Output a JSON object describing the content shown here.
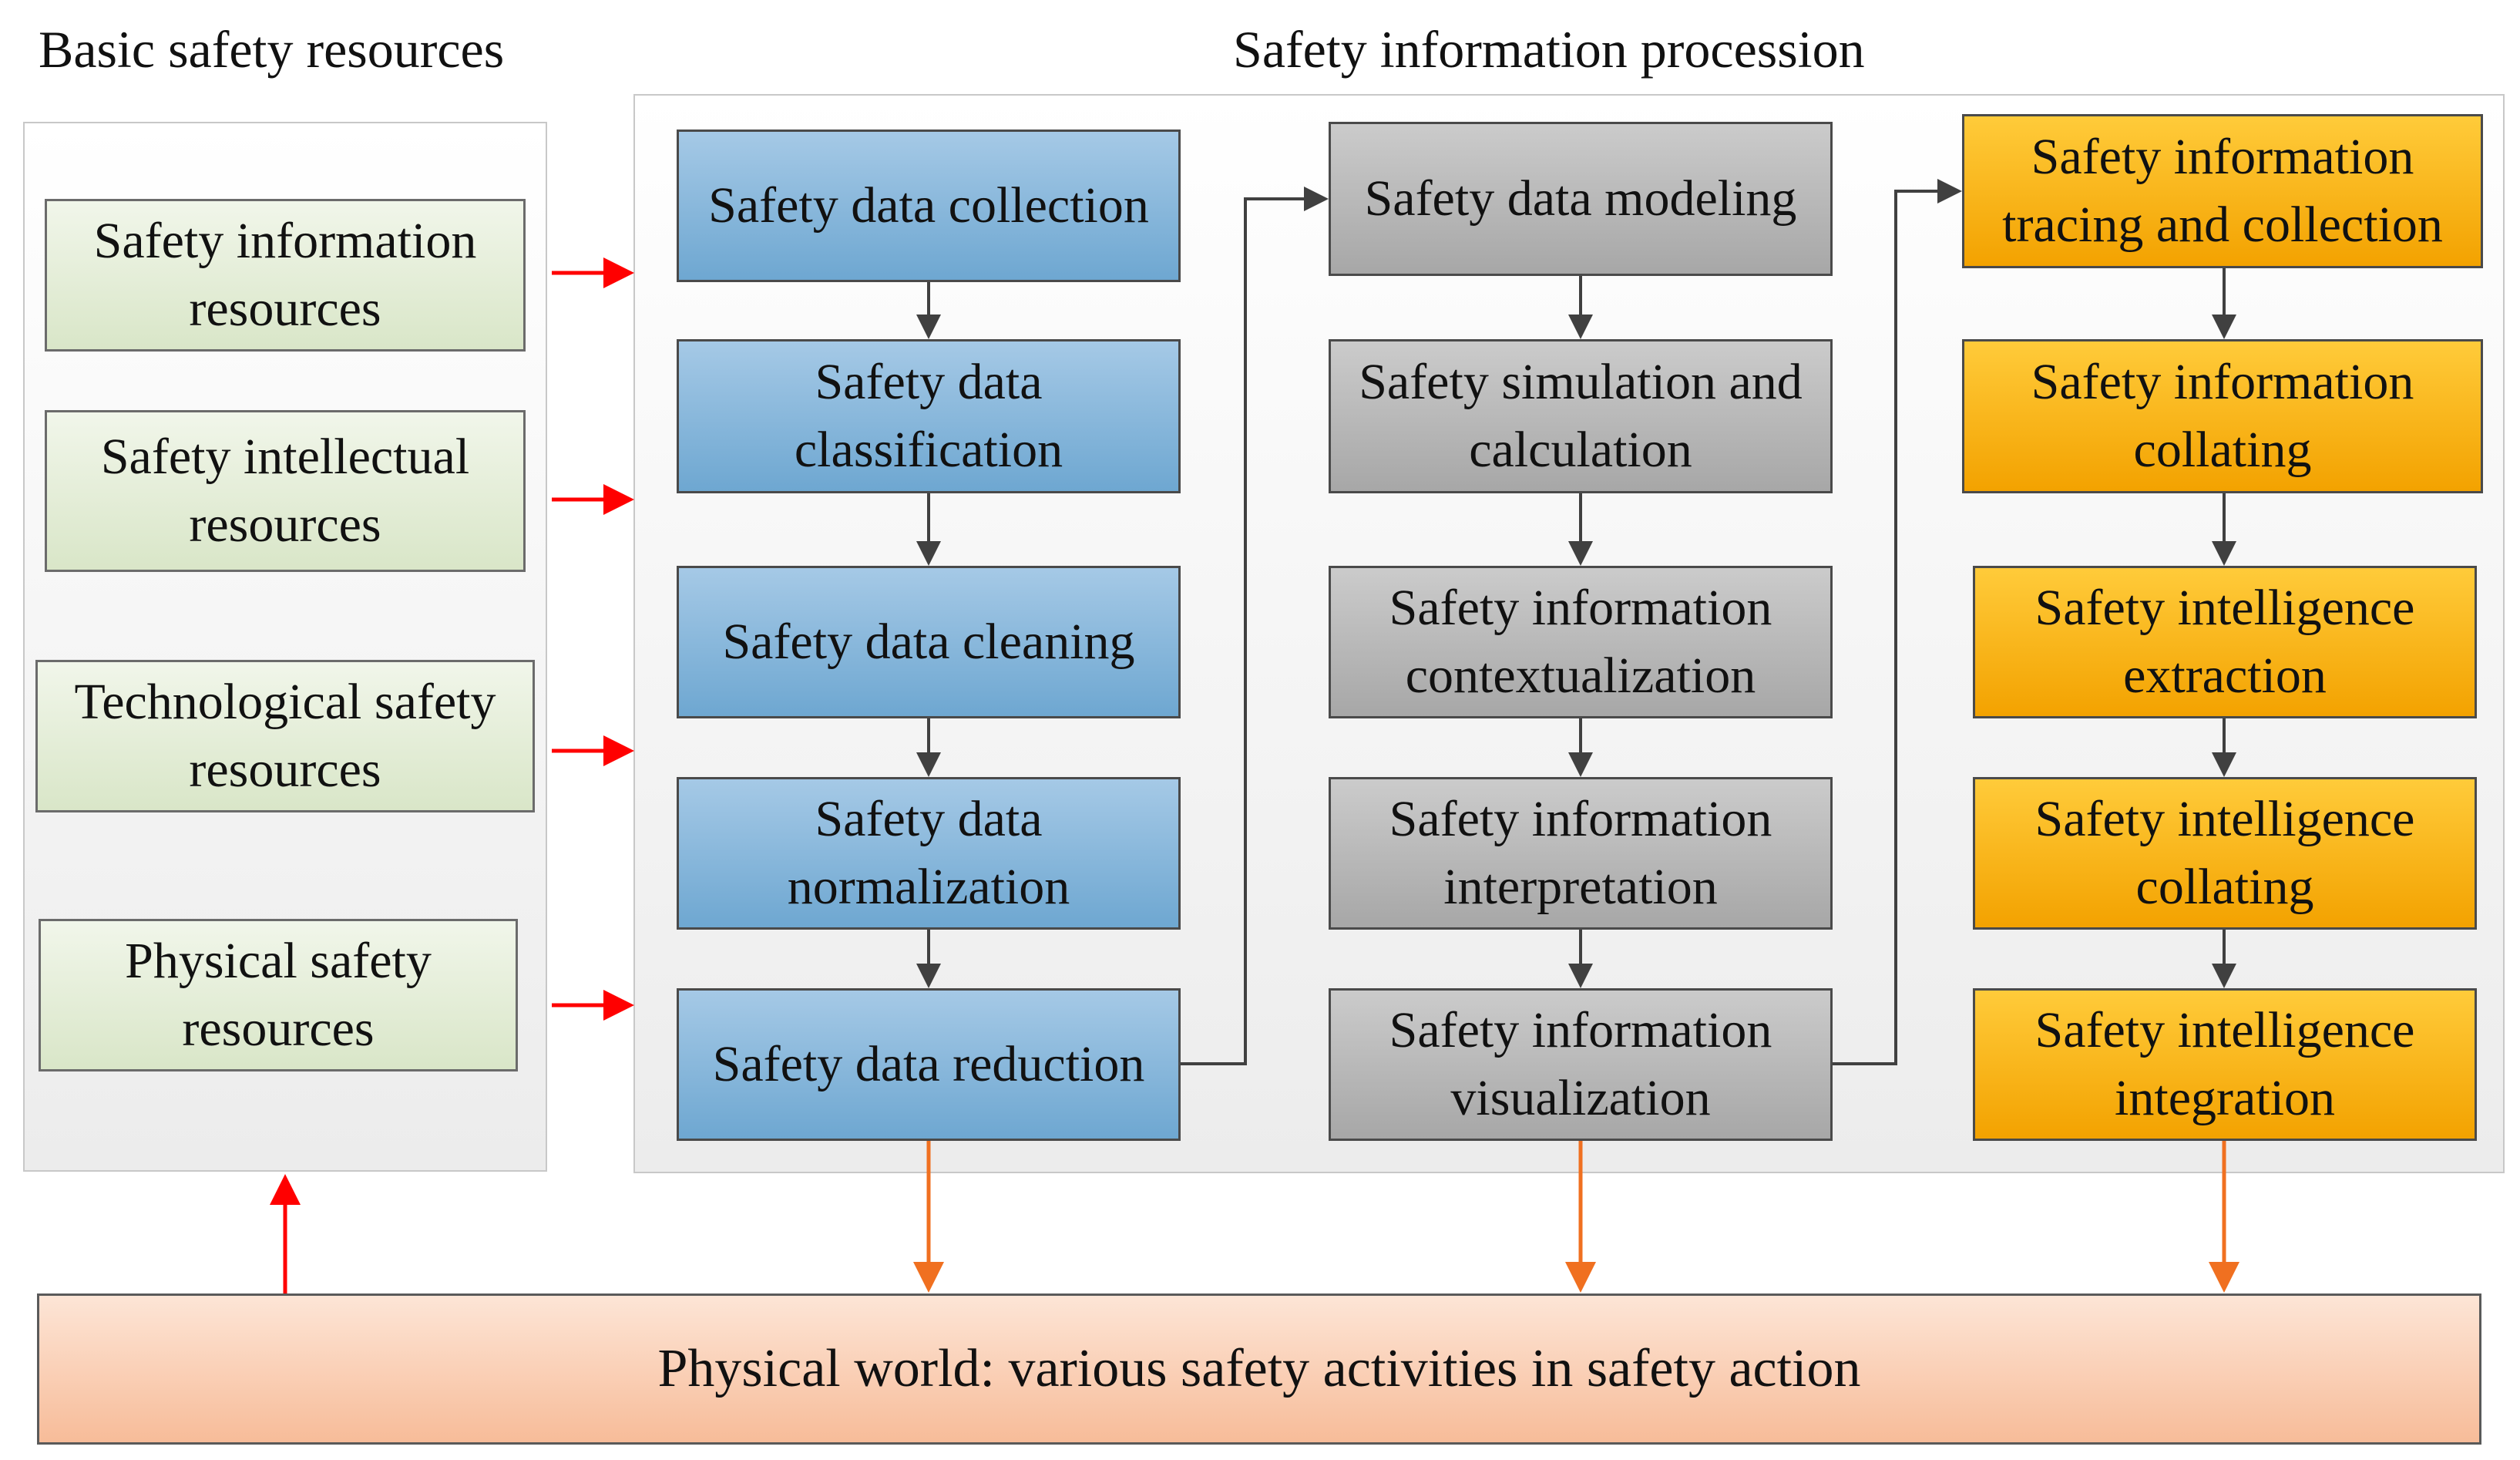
{
  "headings": {
    "left": "Basic safety resources",
    "right": "Safety information procession"
  },
  "resources": [
    "Safety information resources",
    "Safety intellectual resources",
    "Technological safety resources",
    "Physical safety resources"
  ],
  "data_column": [
    "Safety data collection",
    "Safety data classification",
    "Safety data cleaning",
    "Safety data normalization",
    "Safety data reduction"
  ],
  "info_column": [
    "Safety data modeling",
    "Safety simulation and calculation",
    "Safety information contextualization",
    "Safety information interpretation",
    "Safety information visualization"
  ],
  "intel_column": [
    "Safety information tracing and collection",
    "Safety information collating",
    "Safety intelligence extraction",
    "Safety intelligence collating",
    "Safety intelligence integration"
  ],
  "bottom": "Physical world: various safety activities in safety action",
  "colors": {
    "resource_box": "#dce8cc",
    "data_box": "#7fb2d8",
    "info_box": "#b5b5b5",
    "intel_box": "#f8b000",
    "bottom_box": "#f9c9ac",
    "input_arrow": "#ff0000",
    "output_arrow": "#f07020",
    "flow_arrow": "#404040"
  }
}
